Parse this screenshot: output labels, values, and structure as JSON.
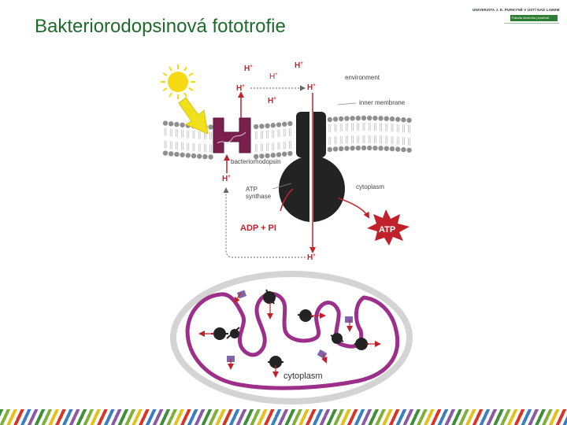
{
  "slide": {
    "title": "Bakteriorodopsinová fototrofie"
  },
  "logo": {
    "university": "UNIVERZITA J. E. PURKYNĚ V ÚSTÍ NAD LABEM",
    "faculty": "Fakulta životního prostředí"
  },
  "diagram": {
    "h_plus": "H",
    "plus_sign": "+",
    "environment": "environment",
    "inner_membrane": "inner membrane",
    "bacteriorhodopsin": "bacteriorhodopsin",
    "atp_synthase_line1": "ATP",
    "atp_synthase_line2": "synthase",
    "cytoplasm": "cytoplasm",
    "adp_pi": "ADP + PI",
    "atp": "ATP",
    "cell_cytoplasm": "cytoplasm"
  },
  "colors": {
    "title": "#1e6b2b",
    "proton_red": "#c0222b",
    "bacteriorhodopsin": "#7b1f4f",
    "atp_synthase": "#232323",
    "sun": "#f5d913",
    "light_arrow": "#f0e01c",
    "cell_membrane": "#9b2f8a",
    "membrane_bead": "#8f8f8f"
  },
  "icons": {
    "sun": "sun-icon",
    "atp_burst": "starburst-icon"
  }
}
